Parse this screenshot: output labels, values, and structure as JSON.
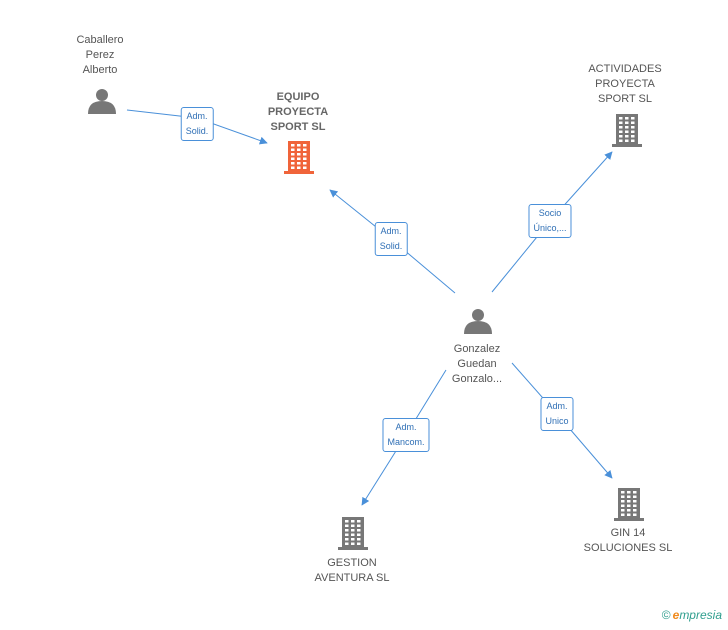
{
  "nodes": {
    "caballero": {
      "lines": [
        "Caballero",
        "Perez",
        "Alberto"
      ],
      "kind": "person"
    },
    "equipo": {
      "lines": [
        "EQUIPO",
        "PROYECTA",
        "SPORT SL"
      ],
      "kind": "company-focus"
    },
    "actividades": {
      "lines": [
        "ACTIVIDADES",
        "PROYECTA",
        "SPORT  SL"
      ],
      "kind": "company"
    },
    "gonzalez": {
      "lines": [
        "Gonzalez",
        "Guedan",
        "Gonzalo..."
      ],
      "kind": "person"
    },
    "gestion": {
      "lines": [
        "GESTION",
        "AVENTURA SL"
      ],
      "kind": "company"
    },
    "gin14": {
      "lines": [
        "GIN 14",
        "SOLUCIONES  SL"
      ],
      "kind": "company"
    }
  },
  "edges": [
    {
      "from": "caballero",
      "to": "equipo",
      "lines": [
        "Adm.",
        "Solid."
      ]
    },
    {
      "from": "gonzalez",
      "to": "equipo",
      "lines": [
        "Adm.",
        "Solid."
      ]
    },
    {
      "from": "gonzalez",
      "to": "actividades",
      "lines": [
        "Socio",
        "Único,..."
      ]
    },
    {
      "from": "gonzalez",
      "to": "gestion",
      "lines": [
        "Adm.",
        "Mancom."
      ]
    },
    {
      "from": "gonzalez",
      "to": "gin14",
      "lines": [
        "Adm.",
        "Unico"
      ]
    }
  ],
  "colors": {
    "edge": "#4a90d9",
    "company": "#777777",
    "company_focus": "#f0643a",
    "person": "#777777"
  },
  "icons": {
    "person": "person-icon",
    "company": "building-icon"
  },
  "brand": {
    "copyright": "©",
    "initial": "e",
    "rest": "mpresia"
  }
}
